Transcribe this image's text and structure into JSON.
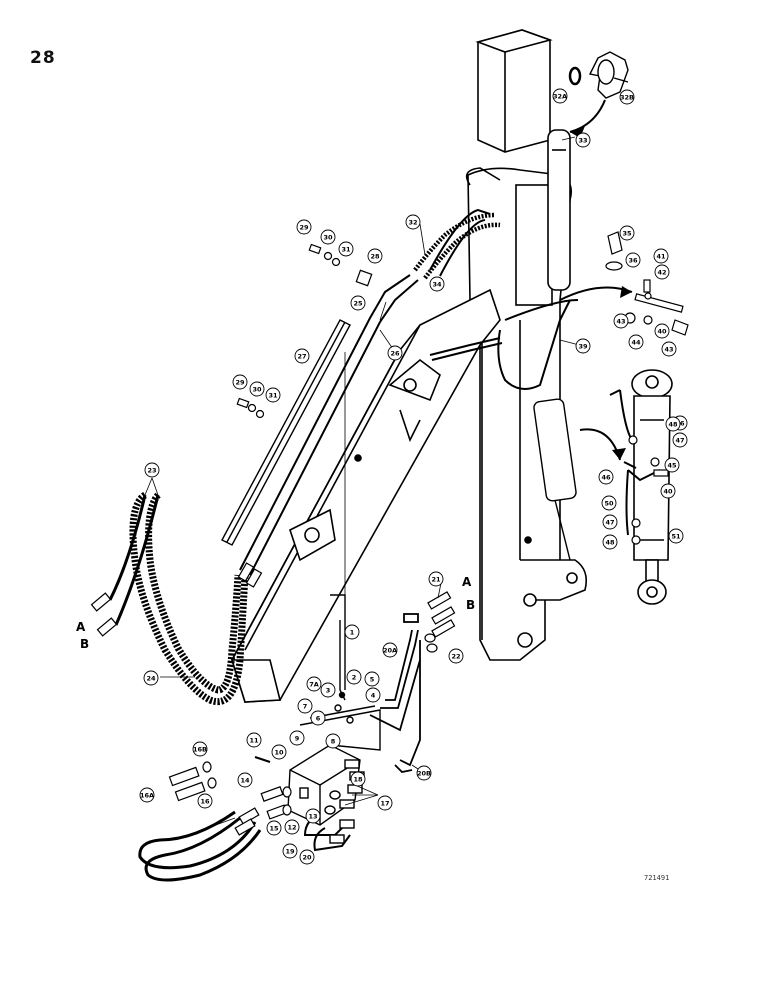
{
  "page": {
    "number": "28",
    "drawing_ref": "721491"
  },
  "port_labels": [
    "A",
    "B"
  ],
  "callouts": [
    {
      "id": "c1",
      "label": "1"
    },
    {
      "id": "c2",
      "label": "2"
    },
    {
      "id": "c3",
      "label": "3"
    },
    {
      "id": "c4",
      "label": "4"
    },
    {
      "id": "c5",
      "label": "5"
    },
    {
      "id": "c6",
      "label": "6"
    },
    {
      "id": "c7",
      "label": "7"
    },
    {
      "id": "c7a",
      "label": "7A"
    },
    {
      "id": "c8",
      "label": "8"
    },
    {
      "id": "c9",
      "label": "9"
    },
    {
      "id": "c10",
      "label": "10"
    },
    {
      "id": "c11",
      "label": "11"
    },
    {
      "id": "c12",
      "label": "12"
    },
    {
      "id": "c13",
      "label": "13"
    },
    {
      "id": "c14",
      "label": "14"
    },
    {
      "id": "c15",
      "label": "15"
    },
    {
      "id": "c16",
      "label": "16"
    },
    {
      "id": "c16a",
      "label": "16A"
    },
    {
      "id": "c16b",
      "label": "16B"
    },
    {
      "id": "c17",
      "label": "17"
    },
    {
      "id": "c18",
      "label": "18"
    },
    {
      "id": "c19",
      "label": "19"
    },
    {
      "id": "c20",
      "label": "20"
    },
    {
      "id": "c20a",
      "label": "20A"
    },
    {
      "id": "c20b",
      "label": "20B"
    },
    {
      "id": "c21",
      "label": "21"
    },
    {
      "id": "c22",
      "label": "22"
    },
    {
      "id": "c23",
      "label": "23"
    },
    {
      "id": "c24",
      "label": "24"
    },
    {
      "id": "c25",
      "label": "25"
    },
    {
      "id": "c26",
      "label": "26"
    },
    {
      "id": "c27",
      "label": "27"
    },
    {
      "id": "c28",
      "label": "28"
    },
    {
      "id": "c29a",
      "label": "29"
    },
    {
      "id": "c29b",
      "label": "29"
    },
    {
      "id": "c30a",
      "label": "30"
    },
    {
      "id": "c30b",
      "label": "30"
    },
    {
      "id": "c31a",
      "label": "31"
    },
    {
      "id": "c31b",
      "label": "31"
    },
    {
      "id": "c32",
      "label": "32"
    },
    {
      "id": "c32a",
      "label": "32A"
    },
    {
      "id": "c32b",
      "label": "32B"
    },
    {
      "id": "c33",
      "label": "33"
    },
    {
      "id": "c34",
      "label": "34"
    },
    {
      "id": "c35",
      "label": "35"
    },
    {
      "id": "c36",
      "label": "36"
    },
    {
      "id": "c39",
      "label": "39"
    },
    {
      "id": "c40a",
      "label": "40"
    },
    {
      "id": "c40b",
      "label": "40"
    },
    {
      "id": "c41",
      "label": "41"
    },
    {
      "id": "c42",
      "label": "42"
    },
    {
      "id": "c43a",
      "label": "43"
    },
    {
      "id": "c43b",
      "label": "43"
    },
    {
      "id": "c44",
      "label": "44"
    },
    {
      "id": "c45",
      "label": "45"
    },
    {
      "id": "c46a",
      "label": "46"
    },
    {
      "id": "c46b",
      "label": "46"
    },
    {
      "id": "c47a",
      "label": "47"
    },
    {
      "id": "c47b",
      "label": "47"
    },
    {
      "id": "c48a",
      "label": "48"
    },
    {
      "id": "c48b",
      "label": "48"
    },
    {
      "id": "c50",
      "label": "50"
    },
    {
      "id": "c51",
      "label": "51"
    }
  ]
}
